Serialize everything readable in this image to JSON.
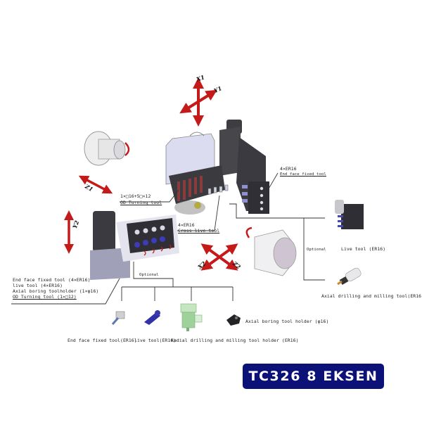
{
  "axes": {
    "x1": "X1",
    "y1": "Y1",
    "z1": "Z1",
    "y2": "Y2",
    "x2": "X2",
    "z2": "Z2"
  },
  "labels": {
    "turret_face_qty": "4×ER16",
    "turret_face_name": "End face fixed tool",
    "od_turning_qty": "1×□16+5□×12",
    "od_turning_name": "OD Turning tool",
    "cross_live_qty": "4×ER16",
    "cross_live_name": "Cross live tool",
    "optional_right": "Optional",
    "live_tool_right": "Live tool (ER16)",
    "axial_drilling_right": "Axial drilling and milling tool(ER16)",
    "optional_left": "Optional"
  },
  "left_block": {
    "lines": [
      "End face fixed tool (4×ER16)",
      "live tool (4×ER16)",
      "Axial boring toolholder (1×φ16)",
      "OD Turning tool (1×□12)"
    ]
  },
  "bottom_options": [
    {
      "label": "End face fixed tool(ER16)"
    },
    {
      "label": "live tool(ER16)"
    },
    {
      "label": "Radial drilling and milling tool holder (ER16)"
    },
    {
      "label": "Axial boring tool holder (φ16)"
    }
  ],
  "badge": {
    "text": "TC326 8 EKSEN",
    "color": "#0c1178"
  },
  "colors": {
    "arrow_red": "#c41a1a",
    "machine_gray": "#4a4a4f",
    "machine_light": "#d6d6ea",
    "tool_blue": "#3c3cb8",
    "radial_green": "#9fd29a"
  }
}
